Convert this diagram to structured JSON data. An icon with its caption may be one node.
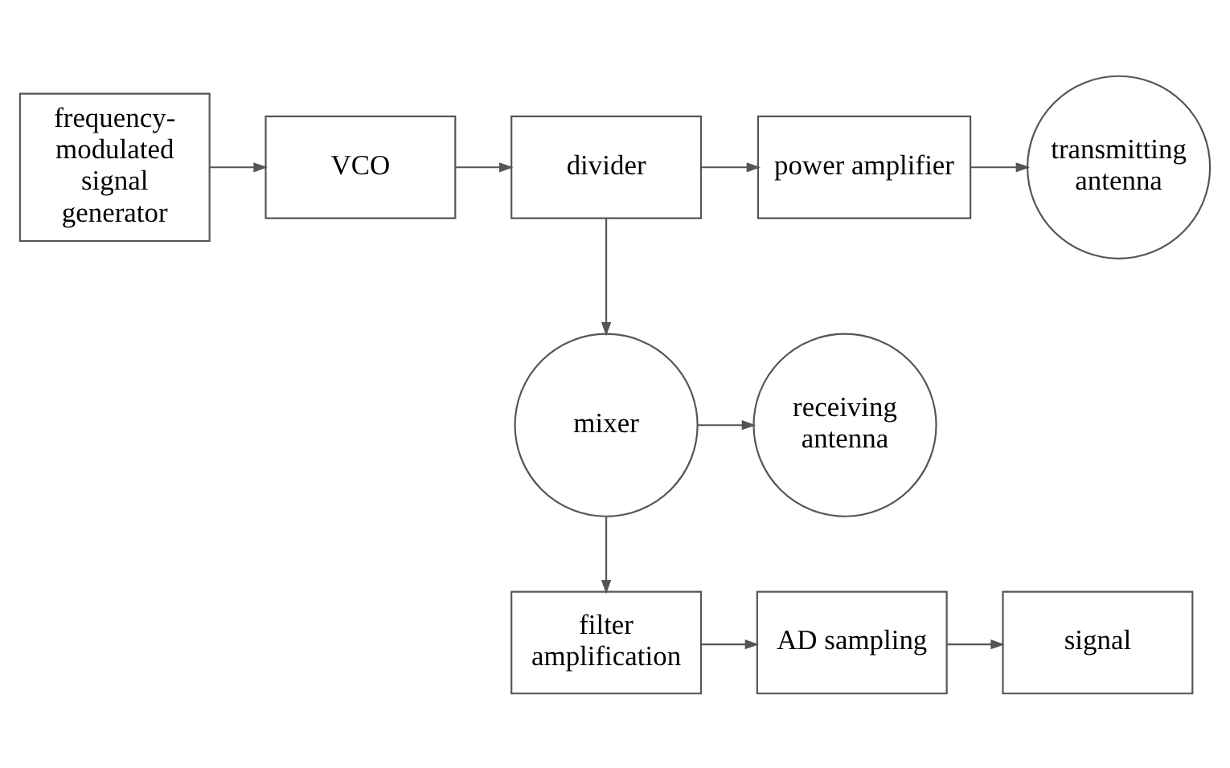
{
  "diagram": {
    "nodes": [
      {
        "text": [
          "frequency-modulated signal generator"
        ]
      },
      {
        "text": [
          "VCO"
        ]
      },
      {
        "text": [
          "divider"
        ]
      },
      {
        "text": [
          "power amplifier"
        ]
      },
      {
        "text": [
          "transmitting antenna"
        ]
      },
      {
        "text": [
          "mixer"
        ]
      },
      {
        "text": [
          "receiving antenna"
        ]
      },
      {
        "text": [
          "filter amplification"
        ]
      },
      {
        "text": [
          "AD sampling"
        ]
      },
      {
        "text": [
          "signal"
        ]
      }
    ],
    "edges": [
      {
        "from": 0,
        "to": 1,
        "arrow": "to"
      },
      {
        "from": 1,
        "to": 2,
        "arrow": "to"
      },
      {
        "from": 2,
        "to": 3,
        "arrow": "to"
      },
      {
        "from": 3,
        "to": 4,
        "arrow": "to"
      },
      {
        "from": 2,
        "to": 5,
        "arrow": "to"
      },
      {
        "from": 5,
        "to": 6,
        "arrow": "to"
      },
      {
        "from": 5,
        "to": 7,
        "arrow": "to"
      },
      {
        "from": 7,
        "to": 8,
        "arrow": "to"
      },
      {
        "from": 8,
        "to": 9,
        "arrow": "to"
      }
    ]
  }
}
